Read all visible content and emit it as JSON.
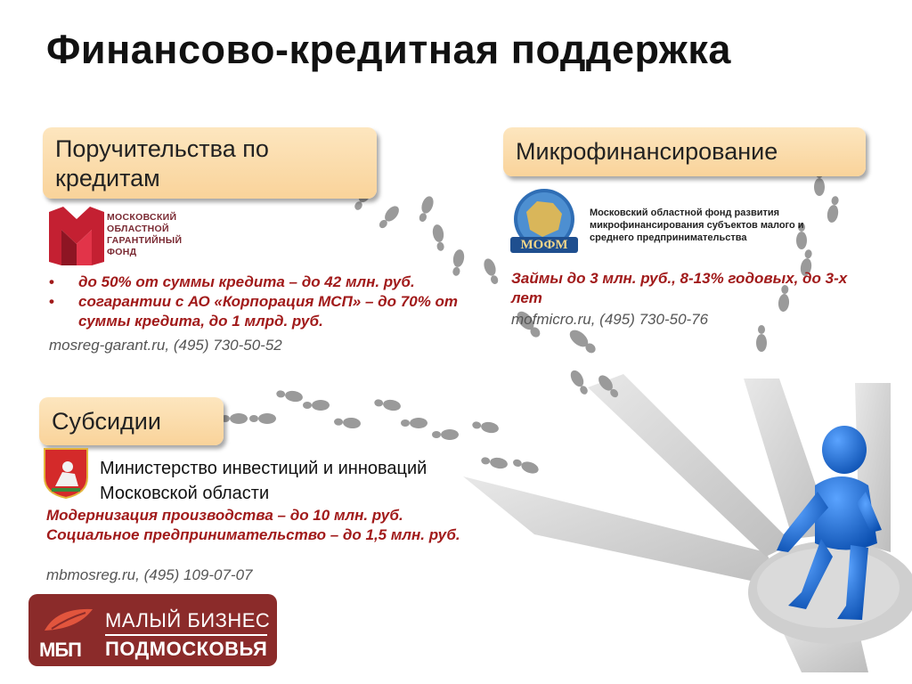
{
  "title": "Финансово-кредитная поддержка",
  "guarantee": {
    "heading": "Поручительства по кредитам",
    "org_logo_text": "Московский областной гарантийный фонд",
    "bullets": [
      "до 50% от суммы кредита – до 42 млн. руб.",
      "согарантии с АО «Корпорация МСП» – до 70% от суммы кредита, до 1 млрд. руб."
    ],
    "contact": "mosreg-garant.ru, (495) 730-50-52"
  },
  "micro": {
    "heading": "Микрофинансирование",
    "logo_text": "МОФМ",
    "org_name": "Московский областной фонд развития микрофинансирования субъектов малого и среднего предпринимательства",
    "terms": "Займы до 3 млн. руб., 8-13% годовых, до 3-х лет",
    "contact": "mofmicro.ru, (495) 730-50-76"
  },
  "subsidy": {
    "heading": "Субсидии",
    "ministry": "Министерство инвестиций и инноваций Московской области",
    "terms": [
      "Модернизация производства – до 10 млн. руб.",
      "Социальное предпринимательство – до 1,5 млн. руб."
    ],
    "contact": "mbmosreg.ru, (495) 109-07-07"
  },
  "brand": {
    "mark": "МБП",
    "line1": "МАЛЫЙ БИЗНЕС",
    "line2": "ПОДМОСКОВЬЯ"
  },
  "colors": {
    "pill": "#f9d39a",
    "accent_red": "#a11a1a",
    "brand_bg": "#8b2b2a",
    "figure_blue": "#1e6fd8"
  }
}
